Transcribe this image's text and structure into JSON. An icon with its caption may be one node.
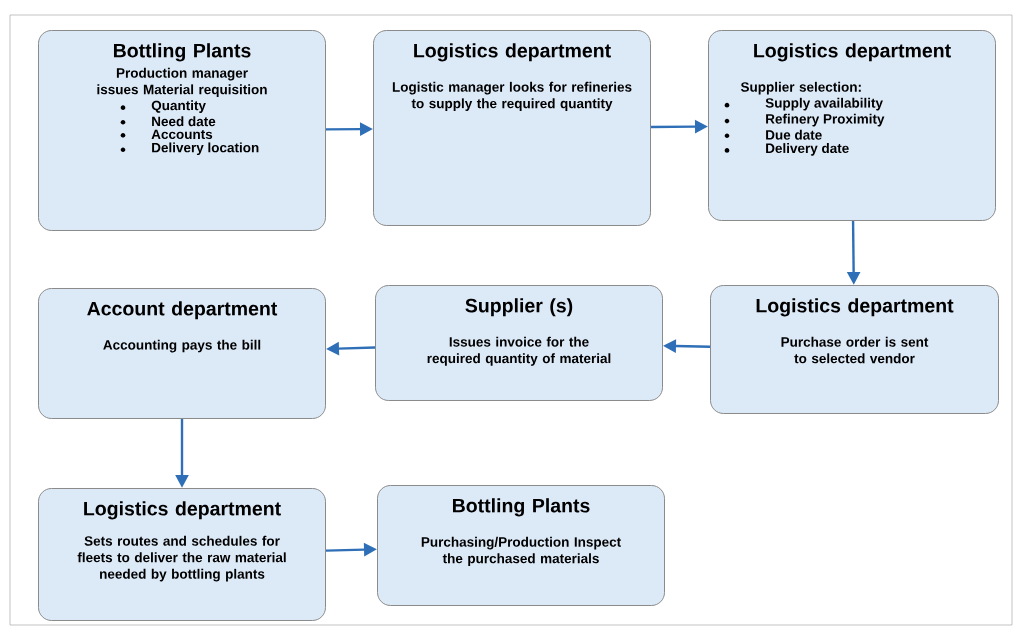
{
  "diagram": {
    "nodes": [
      {
        "text": [
          "Bottling Plants",
          "Production manager issues Material requisition",
          "Quantity",
          "Need date",
          "Accounts",
          "Delivery location"
        ]
      },
      {
        "text": [
          "Logistics department",
          "Logistic manager looks for refineries to supply the required quantity"
        ]
      },
      {
        "text": [
          "Logistics department",
          "Supplier selection:",
          "Supply availability",
          "Refinery Proximity",
          "Due date",
          "Delivery date"
        ]
      },
      {
        "text": [
          "Account department",
          "Accounting pays the bill"
        ]
      },
      {
        "text": [
          "Supplier (s)",
          "Issues invoice for the required quantity of material"
        ]
      },
      {
        "text": [
          "Logistics department",
          "Purchase order is sent to selected vendor"
        ]
      },
      {
        "text": [
          "Logistics department",
          "Sets routes and schedules for fleets to deliver the raw material needed by bottling plants"
        ]
      },
      {
        "text": [
          "Bottling Plants",
          "Purchasing/Production Inspect the purchased materials"
        ]
      }
    ],
    "edges": [
      {
        "from": 0,
        "to": 1,
        "arrow": "to"
      },
      {
        "from": 1,
        "to": 2,
        "arrow": "to"
      },
      {
        "from": 2,
        "to": 5,
        "arrow": "to"
      },
      {
        "from": 5,
        "to": 4,
        "arrow": "to"
      },
      {
        "from": 4,
        "to": 3,
        "arrow": "to"
      },
      {
        "from": 3,
        "to": 6,
        "arrow": "to"
      },
      {
        "from": 6,
        "to": 7,
        "arrow": "to"
      }
    ]
  }
}
